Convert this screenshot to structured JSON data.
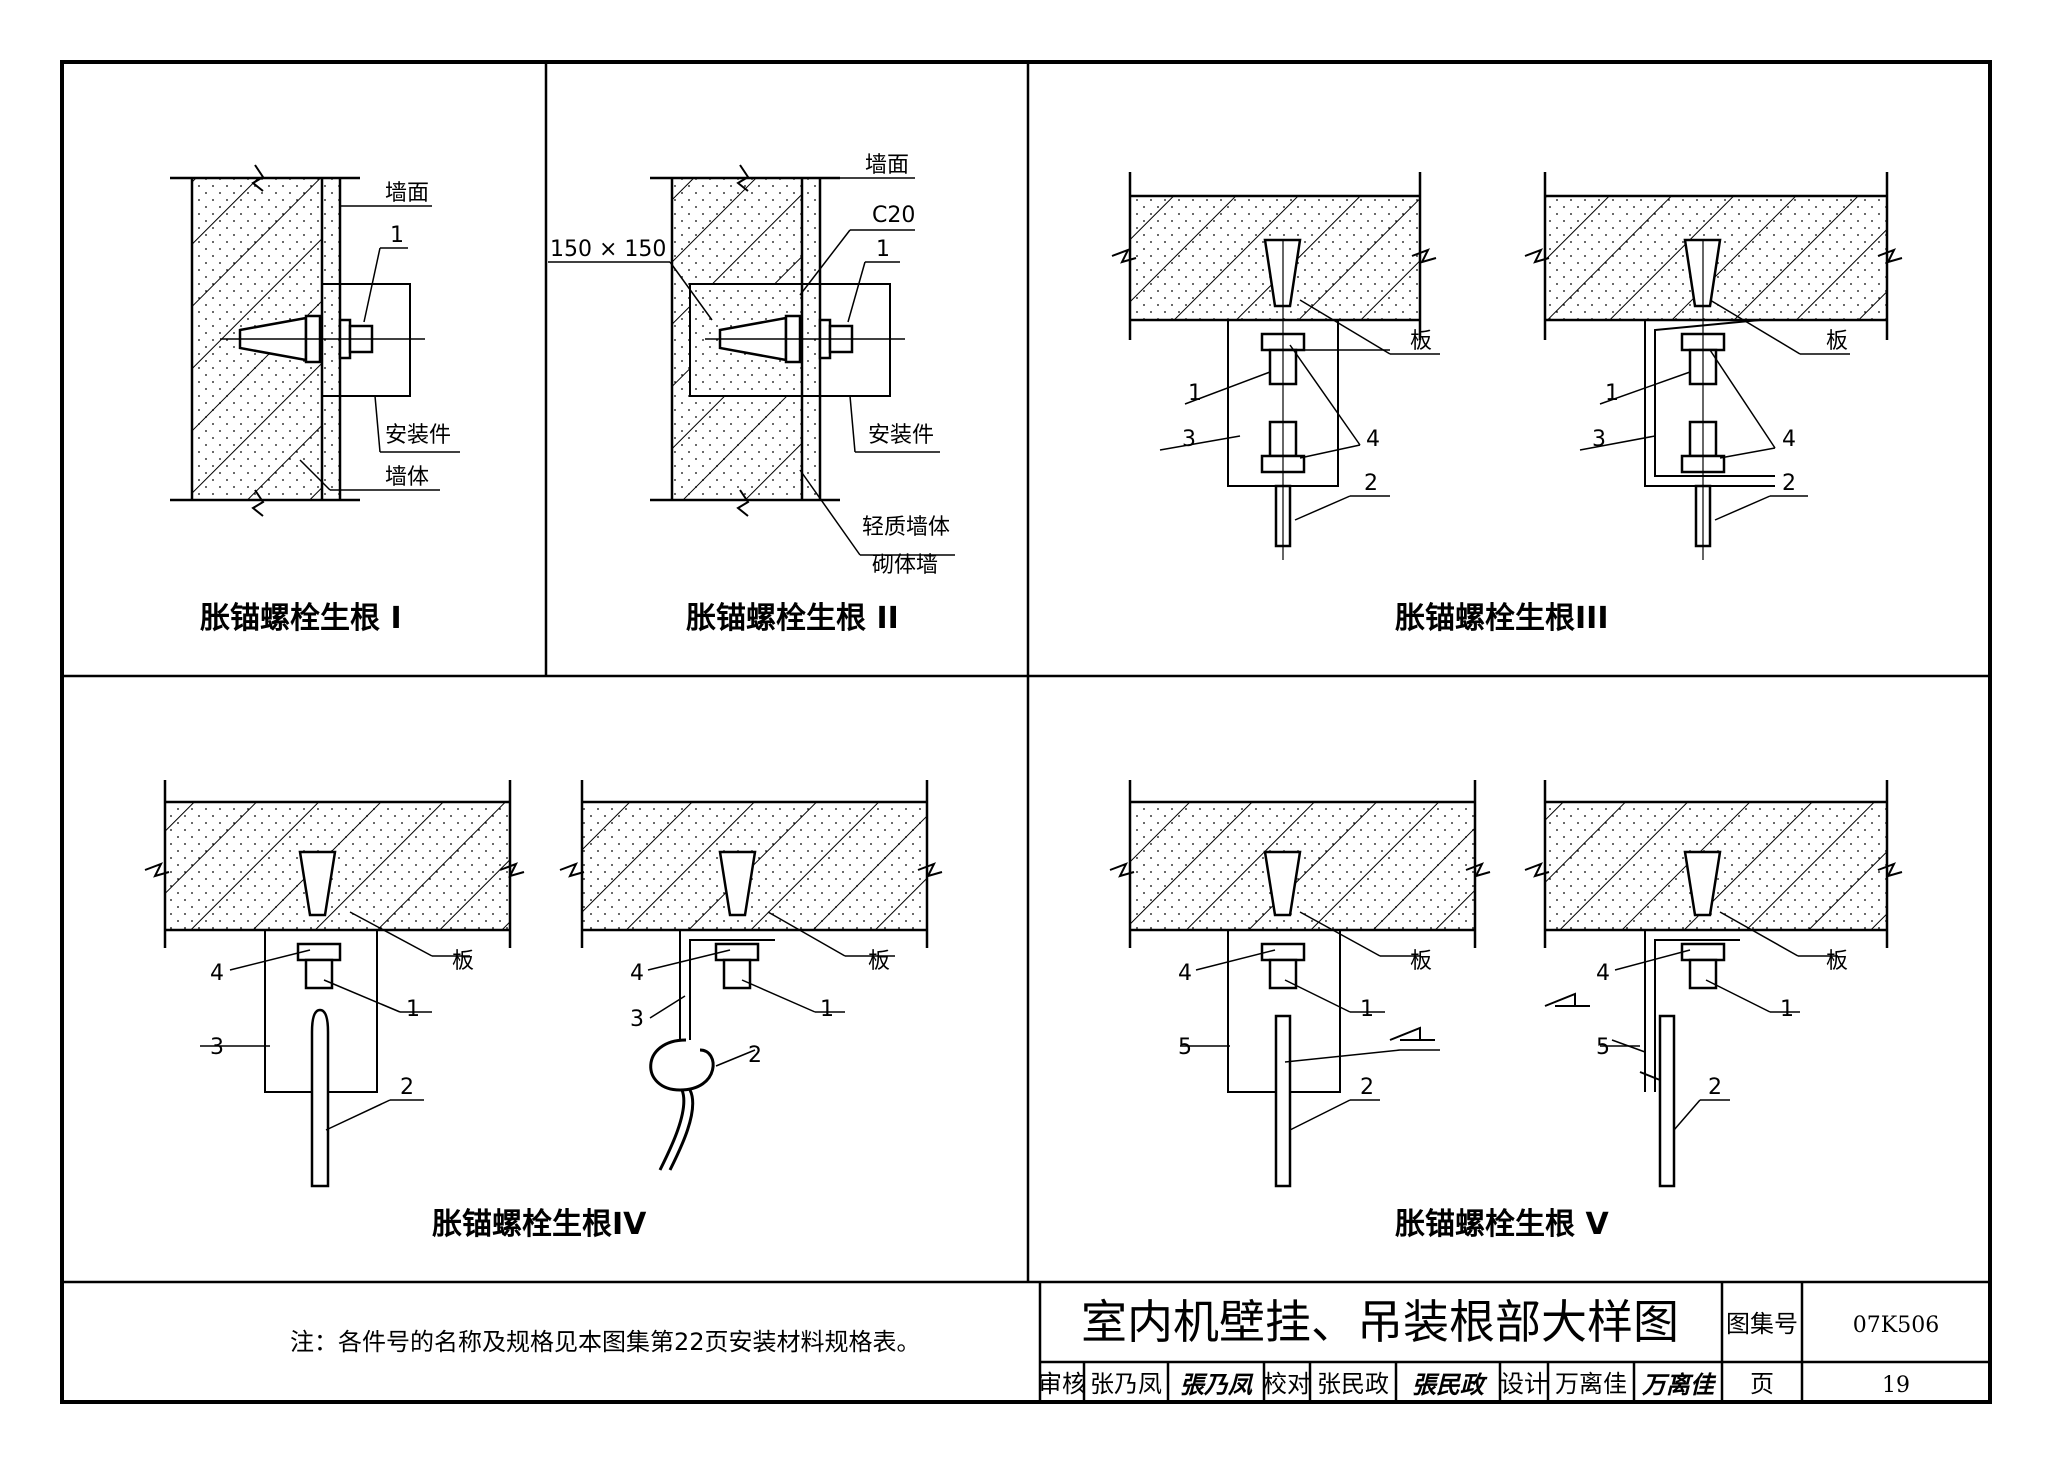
{
  "labels": {
    "wall_face": "墙面",
    "install_part": "安装件",
    "wall_body": "墙体",
    "c20": "C20",
    "size_150": "150 × 150",
    "light_wall": "轻质墙体",
    "masonry_wall": "砌体墙",
    "slab": "板",
    "p1": "1",
    "p2": "2",
    "p3": "3",
    "p4": "4",
    "p5": "5"
  },
  "captions": {
    "I": "胀锚螺栓生根 I",
    "II": "胀锚螺栓生根 II",
    "III": "胀锚螺栓生根III",
    "IV": "胀锚螺栓生根IV",
    "V": "胀锚螺栓生根 V"
  },
  "note": "注：各件号的名称及规格见本图集第22页安装材料规格表。",
  "title_block": {
    "title": "室内机壁挂、吊装根部大样图",
    "atlas_label": "图集号",
    "atlas_no": "07K506",
    "review_label": "审核",
    "reviewer": "张乃凤",
    "reviewer_sig": "張乃凤",
    "check_label": "校对",
    "checker": "张民政",
    "checker_sig": "張民政",
    "design_label": "设计",
    "designer": "万离佳",
    "designer_sig": "万离佳",
    "page_label": "页",
    "page_no": "19"
  }
}
